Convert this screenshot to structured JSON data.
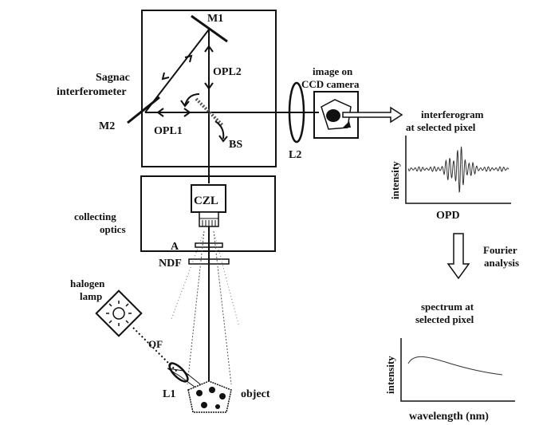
{
  "labels": {
    "m1": "M1",
    "m2": "M2",
    "opl1": "OPL1",
    "opl2": "OPL2",
    "bs": "BS",
    "l1": "L1",
    "l2": "L2",
    "sagnac_line1": "Sagnac",
    "sagnac_line2": "interferometer",
    "image_ccd_line1": "image on",
    "image_ccd_line2": "CCD camera",
    "interferogram_line1": "interferogram",
    "interferogram_line2": "at selected pixel",
    "intensity": "intensity",
    "opd": "OPD",
    "fourier_line1": "Fourier",
    "fourier_line2": "analysis",
    "spectrum_line1": "spectrum at",
    "spectrum_line2": "selected pixel",
    "wavelength": "wavelength (nm)",
    "czl": "CZL",
    "collecting_line1": "collecting",
    "collecting_line2": "optics",
    "a": "A",
    "ndf": "NDF",
    "halogen_line1": "halogen",
    "halogen_line2": "lamp",
    "of": "OF",
    "object": "object"
  }
}
